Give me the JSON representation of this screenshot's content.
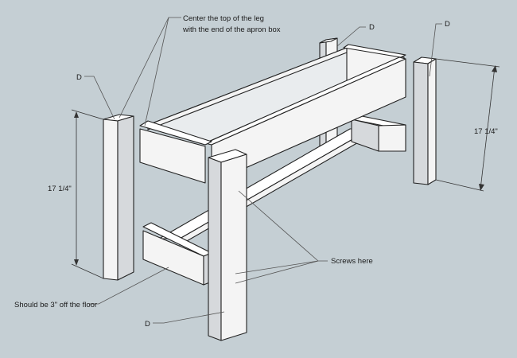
{
  "labels": {
    "center_note_line1": "Center the top of the leg",
    "center_note_line2": "with the end of the apron box",
    "d_top_middle": "D",
    "d_top_right": "D",
    "d_left": "D",
    "d_bottom": "D",
    "dim_left": "17 1/4\"",
    "dim_right": "17 1/4\"",
    "screws": "Screws here",
    "floor_note": "Should be 3\" off the floor"
  },
  "colors": {
    "background": "#c5cfd4",
    "board_face": "#f4f4f4",
    "board_side": "#d6d9dc",
    "line": "#222222"
  }
}
